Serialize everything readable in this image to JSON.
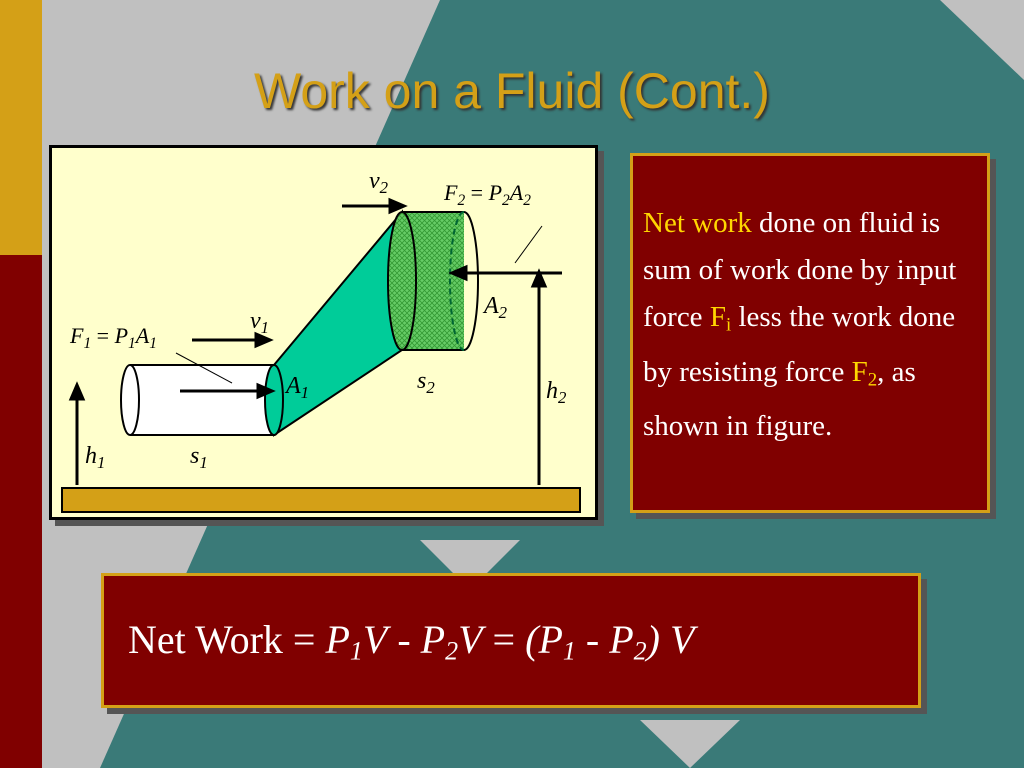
{
  "title": "Work on a Fluid (Cont.)",
  "colors": {
    "accent_gold": "#d4a017",
    "dark_red": "#800000",
    "teal": "#3a7a78",
    "gray": "#c0c0c0",
    "diagram_bg": "#ffffcc",
    "pipe_fill": "#00cc99",
    "cylinder_fill": "#66cc66"
  },
  "diagram": {
    "f2_label": "F2 = P2A2",
    "v2": "v2",
    "a2": "A2",
    "f1_label": "F1 = P1A1",
    "v1": "v1",
    "a1": "A1",
    "s2": "s2",
    "h2": "h2",
    "h1": "h1",
    "s1": "s1"
  },
  "note": {
    "highlight_1": "Net work",
    "text_1": " done on fluid is sum of work done by input force ",
    "force_symbol_1": "F",
    "force_sub_1": "i",
    "text_2": " less the work done by resisting force ",
    "force_symbol_2": "F",
    "force_sub_2": "2",
    "text_3": ", as shown in figure."
  },
  "formula": {
    "label": "Net Work = ",
    "P": "P",
    "V": "V",
    "sub1": "1",
    "sub2": "2",
    "minus": " - ",
    "equals": " = ",
    "open_paren": "(",
    "close_paren": ")"
  }
}
